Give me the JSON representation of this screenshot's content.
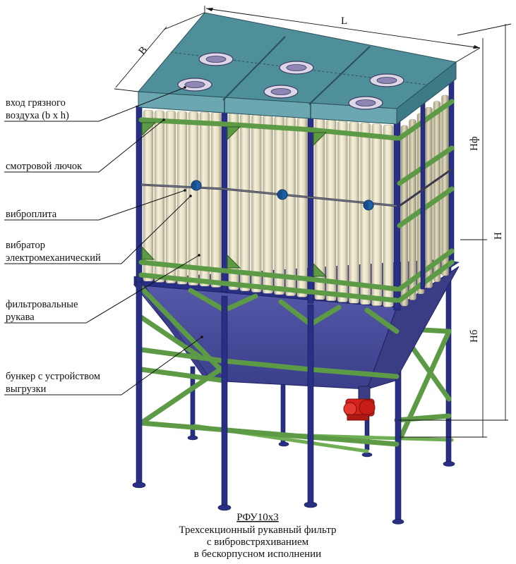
{
  "labels": {
    "inlet": [
      "вход грязного",
      "воздуха (b x h)"
    ],
    "hatch": [
      "смотровой лючок"
    ],
    "vibroplate": [
      "виброплита"
    ],
    "vibrator": [
      "вибратор",
      "электромеханический"
    ],
    "sleeves": [
      "фильтровальные",
      "рукава"
    ],
    "bunker": [
      "бункер с устройством",
      "выгрузки"
    ]
  },
  "dimensions": {
    "length": "L",
    "width": "B",
    "filter_height": "Нф",
    "total_height": "H",
    "bunker_height": "Нб"
  },
  "caption": {
    "model": "РФУ10х3",
    "lines": [
      "Трехсекционный рукавный фильтр",
      "с вибровстряхиванием",
      "в бескорпусном исполнении"
    ]
  },
  "colors": {
    "frame": "#2a2f86",
    "braces": "#5c9a45",
    "roof": "#4f8f9a",
    "sleeves": "#e8e3c8",
    "hopper": "#4a4d9d",
    "motor": "#d6221c",
    "vibrator": "#1d5fa8"
  },
  "icons": {
    "inlet_hatch": "oval-hatch-icon",
    "vibrator": "vibrator-motor-icon",
    "unloader": "rotary-valve-icon"
  }
}
